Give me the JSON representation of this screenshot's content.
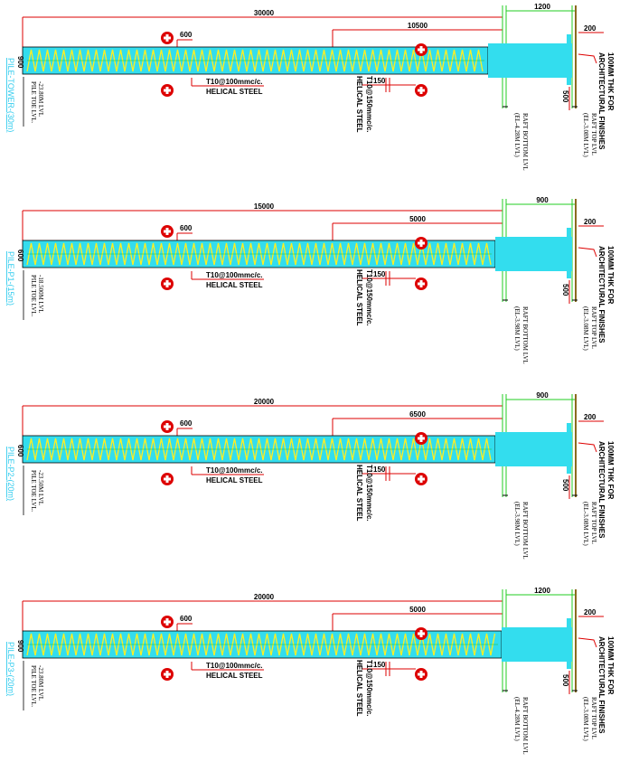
{
  "colors": {
    "pile_fill": "#33ddee",
    "helix": "#ffee22",
    "green": "#22cc22",
    "red": "#dd0000",
    "title": "#33ccee",
    "yellow_text": "#eeee44"
  },
  "common": {
    "dim_600": "600",
    "dim_150": "150",
    "dim_200": "200",
    "dim_500": "500",
    "helical_ann": "T10@100mmc/c.",
    "helical_label": "HELICAL STEEL",
    "t10_150_ann": "T10@150mmc/c.",
    "t10_150_label": "HELICAL STEEL",
    "finish_line1": "100MM THK FOR",
    "finish_line2": "ARCHITECTURAL FINISHES",
    "pile_toe": "PILE TOE LVL."
  },
  "sections": [
    {
      "id": "tower",
      "title": "PILE-TOWER-(30m)",
      "dia": "900",
      "total_length": "30000",
      "helical_length": "10500",
      "embed": "1200",
      "toe_level": "-23.80M LVL",
      "raft_bottom_1": "RAFT BOTTOM LVL",
      "raft_bottom_2": "(EL-4.28M LVL)",
      "raft_top_1": "RAFT TOP LVL",
      "raft_top_2": "(EL-3.08M LVL)",
      "raft_text_yellow": false
    },
    {
      "id": "p1",
      "title": "PILE-P1-(15m)",
      "dia": "600",
      "total_length": "15000",
      "helical_length": "5000",
      "embed": "900",
      "toe_level": "-18.500M LVL",
      "raft_bottom_1": "RAFT BOTTOM LVL",
      "raft_bottom_2": "(EL-3.98M LVL)",
      "raft_top_1": "RAFT TOP LVL",
      "raft_top_2": "(EL-3.08M LVL)",
      "raft_text_yellow": false
    },
    {
      "id": "p2",
      "title": "PILE-P2-(20m)",
      "dia": "600",
      "total_length": "20000",
      "helical_length": "6500",
      "embed": "900",
      "toe_level": "-23.50M LVL",
      "raft_bottom_1": "RAFT BOTTOM LVL",
      "raft_bottom_2": "(EL-3.98M LVL)",
      "raft_top_1": "RAFT TOP LVL",
      "raft_top_2": "(EL-3.08M LVL)",
      "raft_text_yellow": false
    },
    {
      "id": "p3",
      "title": "PILE-P3-(20m)",
      "dia": "900",
      "total_length": "20000",
      "helical_length": "5000",
      "embed": "1200",
      "toe_level": "-23.80M LVL",
      "raft_bottom_1": "RAFT BOTTOM LVL",
      "raft_bottom_2": "(EL-4.28M LVL)",
      "raft_top_1": "RAFT TOP LVL",
      "raft_top_2": "(EL-3.08M LVL)",
      "raft_text_yellow": true
    }
  ]
}
